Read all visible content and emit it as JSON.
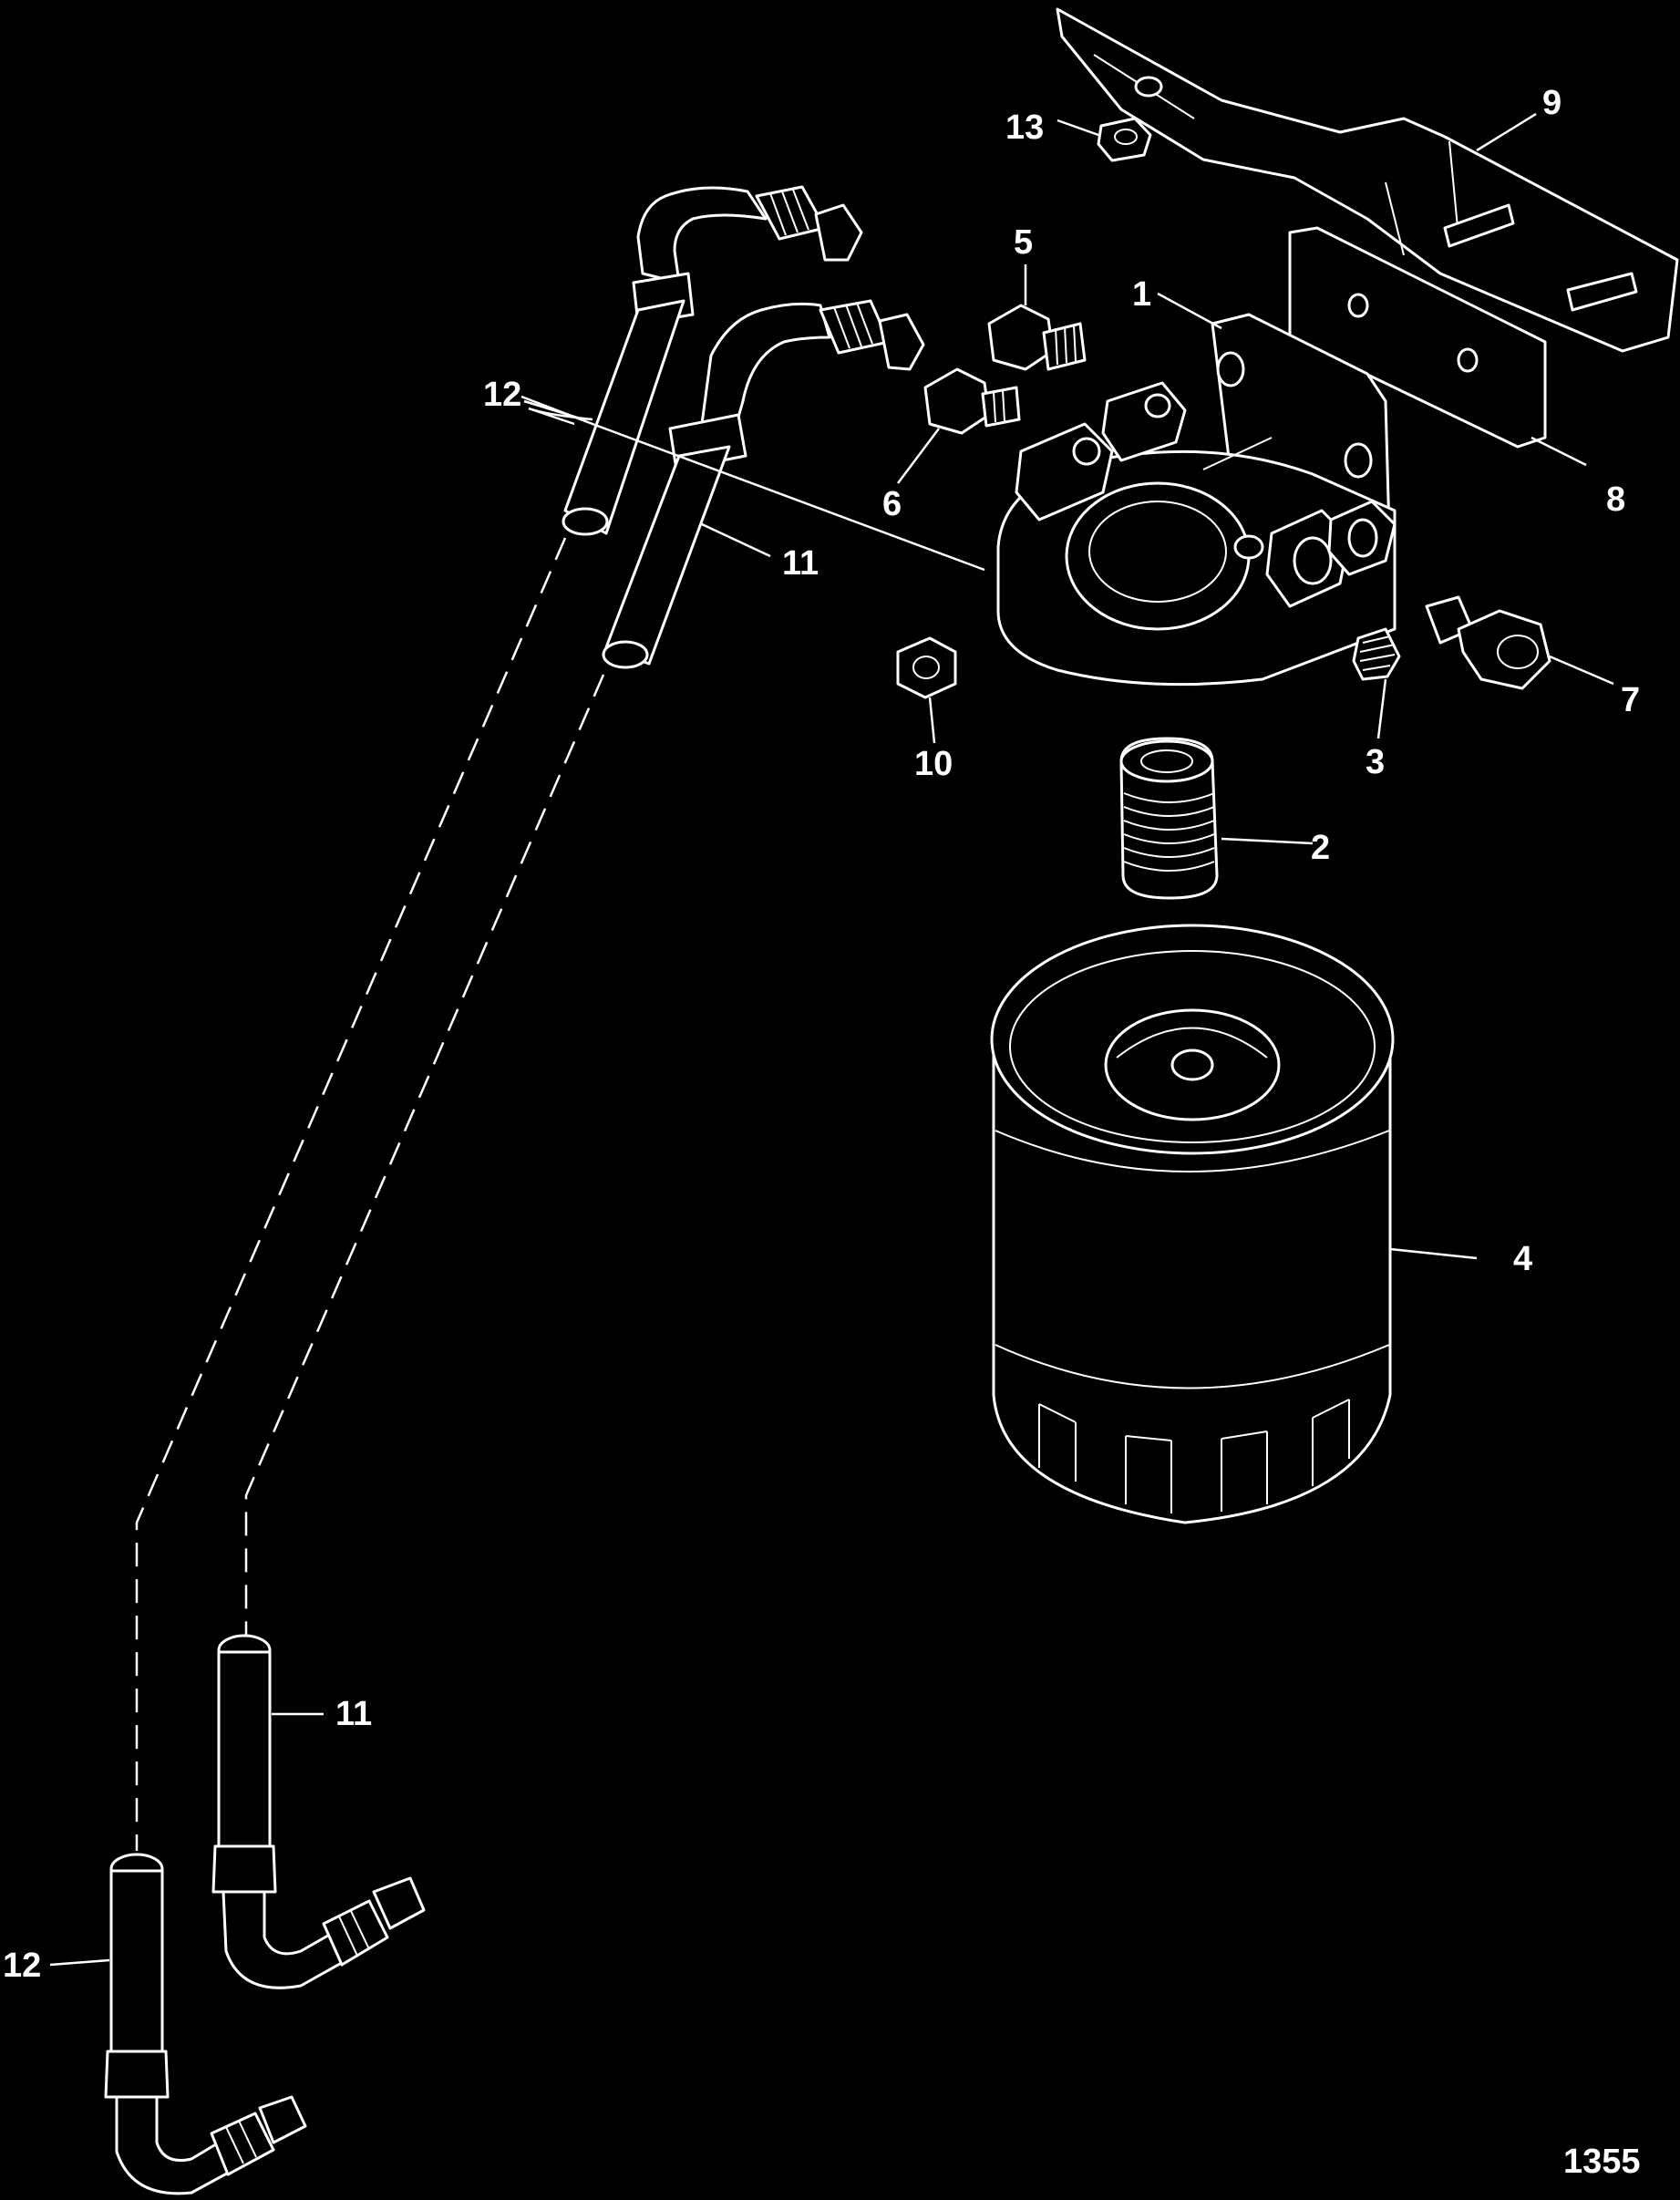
{
  "diagram": {
    "figure_number": "1355",
    "callouts": {
      "c1": "1",
      "c2": "2",
      "c3": "3",
      "c4": "4",
      "c5": "5",
      "c6": "6",
      "c7": "7",
      "c8": "8",
      "c9": "9",
      "c10": "10",
      "c11a": "11",
      "c11b": "11",
      "c12a": "12",
      "c12b": "12",
      "c13": "13"
    }
  }
}
